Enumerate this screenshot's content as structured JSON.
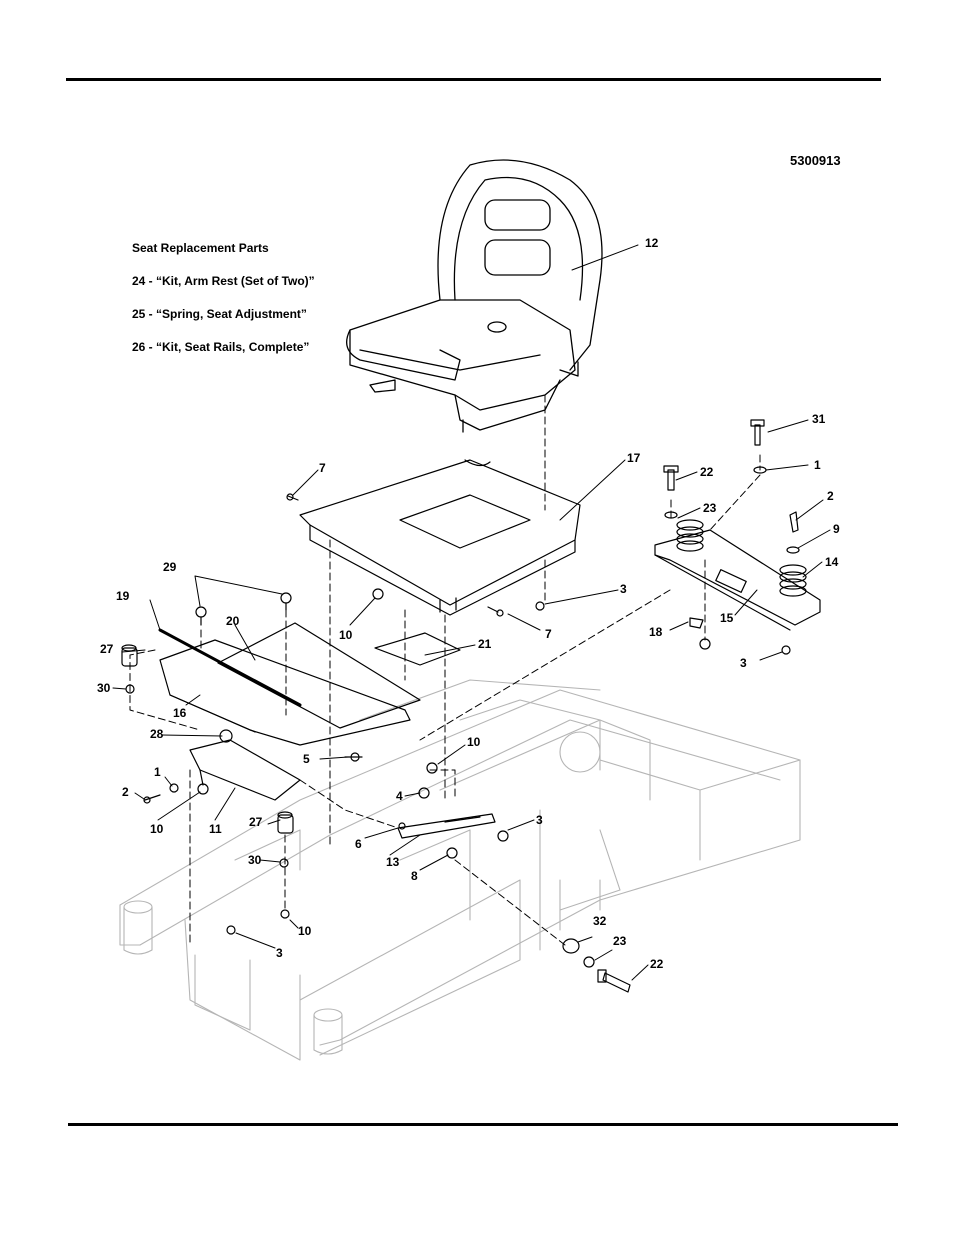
{
  "figure_code": "5300913",
  "legend": {
    "title": "Seat Replacement Parts",
    "items": [
      "24 - “Kit, Arm Rest (Set of Two)”",
      "25 - “Spring, Seat Adjustment”",
      "26 - “Kit, Seat Rails, Complete”"
    ]
  },
  "callouts": [
    {
      "id": "c12",
      "text": "12"
    },
    {
      "id": "c31",
      "text": "31"
    },
    {
      "id": "c1a",
      "text": "1"
    },
    {
      "id": "c22a",
      "text": "22"
    },
    {
      "id": "c17",
      "text": "17"
    },
    {
      "id": "c7a",
      "text": "7"
    },
    {
      "id": "c23a",
      "text": "23"
    },
    {
      "id": "c2a",
      "text": "2"
    },
    {
      "id": "c9",
      "text": "9"
    },
    {
      "id": "c14",
      "text": "14"
    },
    {
      "id": "c29",
      "text": "29"
    },
    {
      "id": "c3a",
      "text": "3"
    },
    {
      "id": "c19",
      "text": "19"
    },
    {
      "id": "c20",
      "text": "20"
    },
    {
      "id": "c7b",
      "text": "7"
    },
    {
      "id": "c15",
      "text": "15"
    },
    {
      "id": "c18",
      "text": "18"
    },
    {
      "id": "c10a",
      "text": "10"
    },
    {
      "id": "c27a",
      "text": "27"
    },
    {
      "id": "c21",
      "text": "21"
    },
    {
      "id": "c3b",
      "text": "3"
    },
    {
      "id": "c30a",
      "text": "30"
    },
    {
      "id": "c16",
      "text": "16"
    },
    {
      "id": "c28",
      "text": "28"
    },
    {
      "id": "c5",
      "text": "5"
    },
    {
      "id": "c10b",
      "text": "10"
    },
    {
      "id": "c1b",
      "text": "1"
    },
    {
      "id": "c4",
      "text": "4"
    },
    {
      "id": "c2b",
      "text": "2"
    },
    {
      "id": "c10c",
      "text": "10"
    },
    {
      "id": "c11",
      "text": "11"
    },
    {
      "id": "c27b",
      "text": "27"
    },
    {
      "id": "c3c",
      "text": "3"
    },
    {
      "id": "c6",
      "text": "6"
    },
    {
      "id": "c13",
      "text": "13"
    },
    {
      "id": "c30b",
      "text": "30"
    },
    {
      "id": "c8",
      "text": "8"
    },
    {
      "id": "c10d",
      "text": "10"
    },
    {
      "id": "c3d",
      "text": "3"
    },
    {
      "id": "c32",
      "text": "32"
    },
    {
      "id": "c23b",
      "text": "23"
    },
    {
      "id": "c22b",
      "text": "22"
    }
  ]
}
